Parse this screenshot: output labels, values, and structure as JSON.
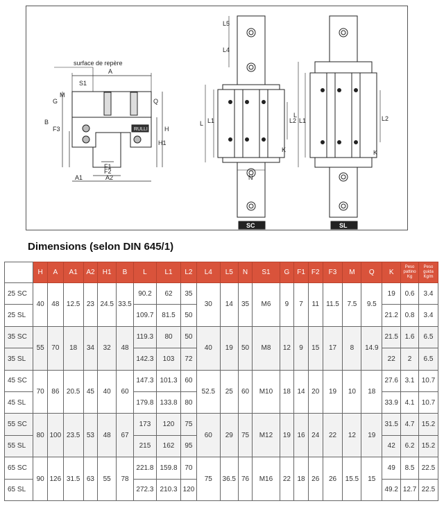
{
  "drawing": {
    "surface_label": "surface de repère",
    "front_labels": {
      "A": "A",
      "S1": "S1",
      "M": "M",
      "G": "G",
      "Q": "Q",
      "B": "B",
      "F3": "F3",
      "H": "H",
      "H1": "H1",
      "F1": "F1",
      "F2": "F2",
      "A1": "A1",
      "A2": "A2",
      "logo": "RULLI"
    },
    "sc_labels": {
      "L5": "L5",
      "L4": "L4",
      "L": "L",
      "L1": "L1",
      "L2": "L2",
      "K": "K",
      "N": "N",
      "tag": "SC"
    },
    "sl_labels": {
      "L": "L",
      "L1": "L1",
      "L2": "L2",
      "K": "K",
      "tag": "SL"
    }
  },
  "page": {
    "heading": "Dimensions (selon DIN 645/1)"
  },
  "table": {
    "headers": [
      "H",
      "A",
      "A1",
      "A2",
      "H1",
      "B",
      "L",
      "L1",
      "L2",
      "L4",
      "L5",
      "N",
      "S1",
      "G",
      "F1",
      "F2",
      "F3",
      "M",
      "Q",
      "K"
    ],
    "weight_headers": [
      {
        "line1": "Peso",
        "line2": "pattino",
        "line3": "Kg"
      },
      {
        "line1": "Peso",
        "line2": "guida",
        "line3": "Kg/m"
      }
    ],
    "groups": [
      {
        "shared": {
          "H": "40",
          "A": "48",
          "A1": "12.5",
          "A2": "23",
          "H1": "24.5",
          "B": "33.5",
          "L4": "30",
          "L5": "14",
          "N": "35",
          "S1": "M6",
          "G": "9",
          "F1": "7",
          "F2": "11",
          "F3": "11.5",
          "M": "7.5",
          "Q": "9.5"
        },
        "rows": [
          {
            "model": "25 SC",
            "L": "90.2",
            "L1": "62",
            "L2": "35",
            "K": "19",
            "peso_pattino": "0.6",
            "peso_guida": "3.4"
          },
          {
            "model": "25 SL",
            "L": "109.7",
            "L1": "81.5",
            "L2": "50",
            "K": "21.2",
            "peso_pattino": "0.8",
            "peso_guida": "3.4"
          }
        ]
      },
      {
        "shared": {
          "H": "55",
          "A": "70",
          "A1": "18",
          "A2": "34",
          "H1": "32",
          "B": "48",
          "L4": "40",
          "L5": "19",
          "N": "50",
          "S1": "M8",
          "G": "12",
          "F1": "9",
          "F2": "15",
          "F3": "17",
          "M": "8",
          "Q": "14.9"
        },
        "rows": [
          {
            "model": "35 SC",
            "L": "119.3",
            "L1": "80",
            "L2": "50",
            "K": "21.5",
            "peso_pattino": "1.6",
            "peso_guida": "6.5"
          },
          {
            "model": "35 SL",
            "L": "142.3",
            "L1": "103",
            "L2": "72",
            "K": "22",
            "peso_pattino": "2",
            "peso_guida": "6.5"
          }
        ]
      },
      {
        "shared": {
          "H": "70",
          "A": "86",
          "A1": "20.5",
          "A2": "45",
          "H1": "40",
          "B": "60",
          "L4": "52.5",
          "L5": "25",
          "N": "60",
          "S1": "M10",
          "G": "18",
          "F1": "14",
          "F2": "20",
          "F3": "19",
          "M": "10",
          "Q": "18"
        },
        "rows": [
          {
            "model": "45 SC",
            "L": "147.3",
            "L1": "101.3",
            "L2": "60",
            "K": "27.6",
            "peso_pattino": "3.1",
            "peso_guida": "10.7"
          },
          {
            "model": "45 SL",
            "L": "179.8",
            "L1": "133.8",
            "L2": "80",
            "K": "33.9",
            "peso_pattino": "4.1",
            "peso_guida": "10.7"
          }
        ]
      },
      {
        "shared": {
          "H": "80",
          "A": "100",
          "A1": "23.5",
          "A2": "53",
          "H1": "48",
          "B": "67",
          "L4": "60",
          "L5": "29",
          "N": "75",
          "S1": "M12",
          "G": "19",
          "F1": "16",
          "F2": "24",
          "F3": "22",
          "M": "12",
          "Q": "19"
        },
        "rows": [
          {
            "model": "55 SC",
            "L": "173",
            "L1": "120",
            "L2": "75",
            "K": "31.5",
            "peso_pattino": "4.7",
            "peso_guida": "15.2"
          },
          {
            "model": "55 SL",
            "L": "215",
            "L1": "162",
            "L2": "95",
            "K": "42",
            "peso_pattino": "6.2",
            "peso_guida": "15.2"
          }
        ]
      },
      {
        "shared": {
          "H": "90",
          "A": "126",
          "A1": "31.5",
          "A2": "63",
          "H1": "55",
          "B": "78",
          "L4": "75",
          "L5": "36.5",
          "N": "76",
          "S1": "M16",
          "G": "22",
          "F1": "18",
          "F2": "26",
          "F3": "26",
          "M": "15.5",
          "Q": "15"
        },
        "rows": [
          {
            "model": "65 SC",
            "L": "221.8",
            "L1": "159.8",
            "L2": "70",
            "K": "49",
            "peso_pattino": "8.5",
            "peso_guida": "22.5"
          },
          {
            "model": "65 SL",
            "L": "272.3",
            "L1": "210.3",
            "L2": "120",
            "K": "49.2",
            "peso_pattino": "12.7",
            "peso_guida": "22.5"
          }
        ]
      }
    ]
  }
}
